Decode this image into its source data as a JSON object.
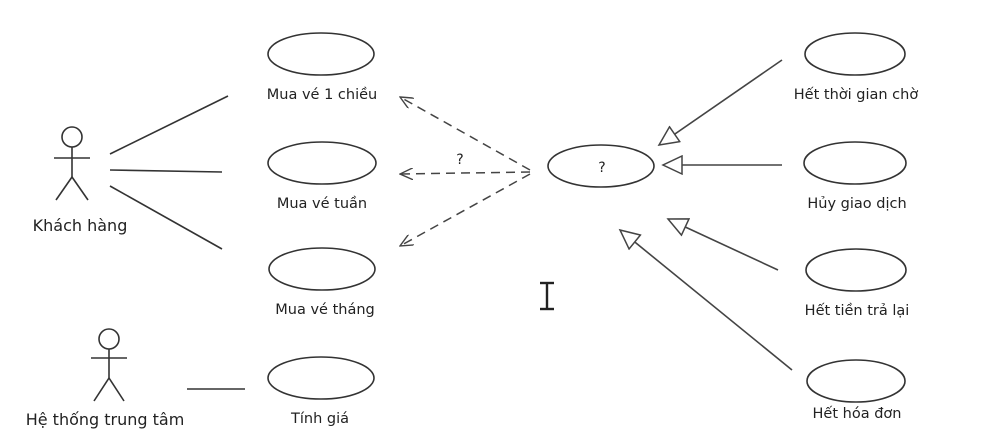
{
  "actors": {
    "customer": "Khách hàng",
    "central_system": "Hệ thống trung tâm"
  },
  "use_cases": {
    "one_way_ticket": "Mua vé 1 chiều",
    "weekly_ticket": "Mua vé tuần",
    "monthly_ticket": "Mua vé tháng",
    "price_calc": "Tính giá",
    "unknown": "?",
    "timeout": "Hết thời gian chờ",
    "cancel": "Hủy giao dịch",
    "out_of_change": "Hết tiền trả lại",
    "out_of_receipts": "Hết hóa đơn"
  },
  "relationship_label": "?"
}
